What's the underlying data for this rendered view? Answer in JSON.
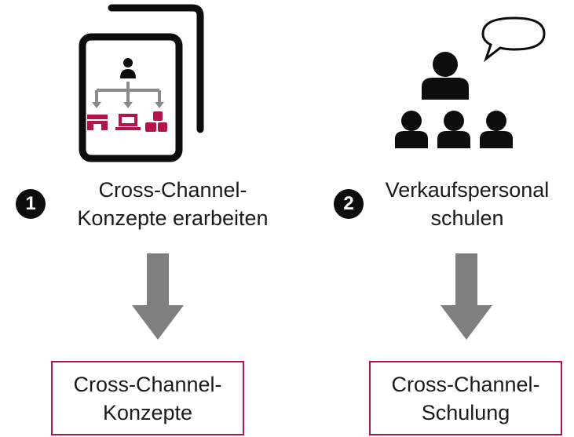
{
  "colors": {
    "accent": "#b5134b",
    "arrow": "#7f7f7f",
    "text": "#1a1a1a",
    "icon": "#0d0d0d"
  },
  "steps": [
    {
      "number": "1",
      "lines": [
        "Cross-Channel-",
        "Konzepte erarbeiten"
      ],
      "icon": "tablet-org-chart-icon",
      "result_lines": [
        "Cross-Channel-",
        "Konzepte"
      ]
    },
    {
      "number": "2",
      "lines": [
        "Verkaufspersonal",
        "schulen"
      ],
      "icon": "presenter-audience-icon",
      "result_lines": [
        "Cross-Channel-",
        "Schulung"
      ]
    }
  ]
}
